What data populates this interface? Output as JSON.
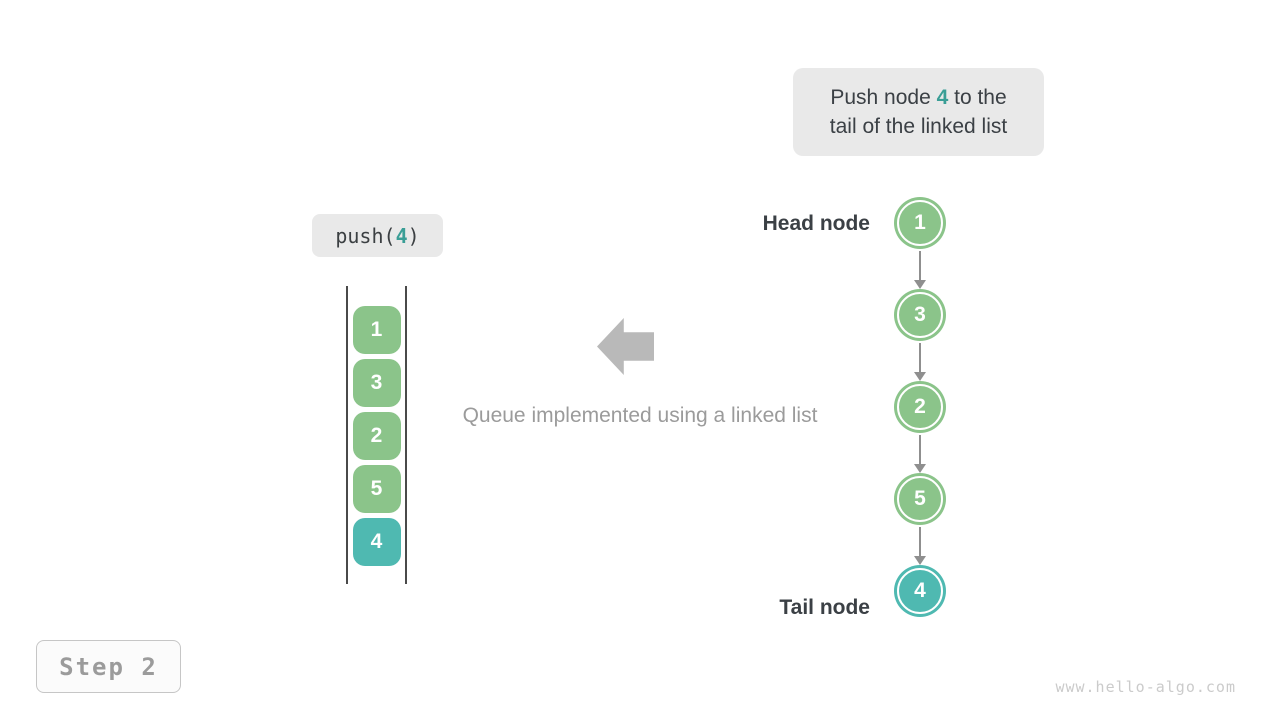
{
  "palette": {
    "green": "#8bc48a",
    "teal": "#4fb9b1",
    "accent_text": "#3a9e96"
  },
  "callout": {
    "line1_prefix": "Push node ",
    "line1_value": "4",
    "line1_suffix": " to the",
    "line2": "tail of the linked list"
  },
  "push_call": {
    "prefix": "push(",
    "value": "4",
    "suffix": ")"
  },
  "stack": {
    "items": [
      {
        "value": "1",
        "color": "green"
      },
      {
        "value": "3",
        "color": "green"
      },
      {
        "value": "2",
        "color": "green"
      },
      {
        "value": "5",
        "color": "green"
      },
      {
        "value": "4",
        "color": "teal"
      }
    ]
  },
  "caption": "Queue implemented using a linked list",
  "linked_list": {
    "head_label": "Head node",
    "tail_label": "Tail node",
    "nodes": [
      {
        "value": "1",
        "color": "green"
      },
      {
        "value": "3",
        "color": "green"
      },
      {
        "value": "2",
        "color": "green"
      },
      {
        "value": "5",
        "color": "green"
      },
      {
        "value": "4",
        "color": "teal"
      }
    ]
  },
  "step_badge": "Step 2",
  "watermark": "www.hello-algo.com"
}
